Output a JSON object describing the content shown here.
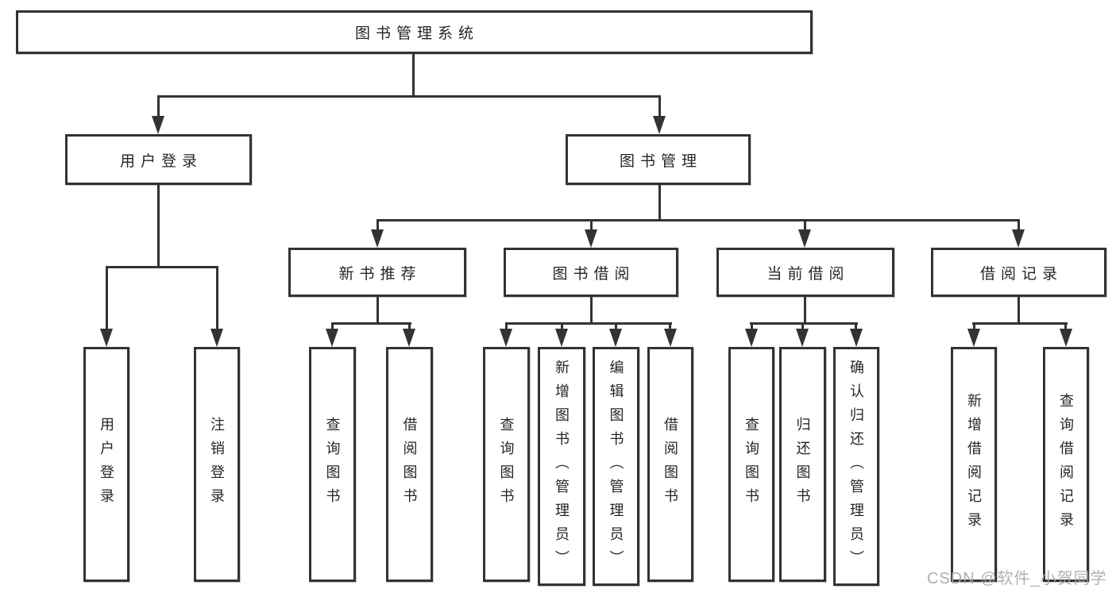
{
  "diagram_title": "图书管理系统",
  "watermark": "CSDN @软件_小贺同学",
  "colors": {
    "background": "#ffffff",
    "box_fill": "#ffffff",
    "box_border": "#333333",
    "line": "#333333",
    "text": "#262626",
    "watermark": "#a8a8a8"
  },
  "tree": {
    "root": {
      "label": "图书管理系统"
    },
    "children": [
      {
        "label": "用户登录",
        "children": [
          {
            "label": "用户登录"
          },
          {
            "label": "注销登录"
          }
        ]
      },
      {
        "label": "图书管理",
        "children": [
          {
            "label": "新书推荐",
            "children": [
              {
                "label": "查询图书"
              },
              {
                "label": "借阅图书"
              }
            ]
          },
          {
            "label": "图书借阅",
            "children": [
              {
                "label": "查询图书"
              },
              {
                "label": "新增图书（管理员）"
              },
              {
                "label": "编辑图书（管理员）"
              },
              {
                "label": "借阅图书"
              }
            ]
          },
          {
            "label": "当前借阅",
            "children": [
              {
                "label": "查询图书"
              },
              {
                "label": "归还图书"
              },
              {
                "label": "确认归还（管理员）"
              }
            ]
          },
          {
            "label": "借阅记录",
            "children": [
              {
                "label": "新增借阅记录"
              },
              {
                "label": "查询借阅记录"
              }
            ]
          }
        ]
      }
    ]
  }
}
